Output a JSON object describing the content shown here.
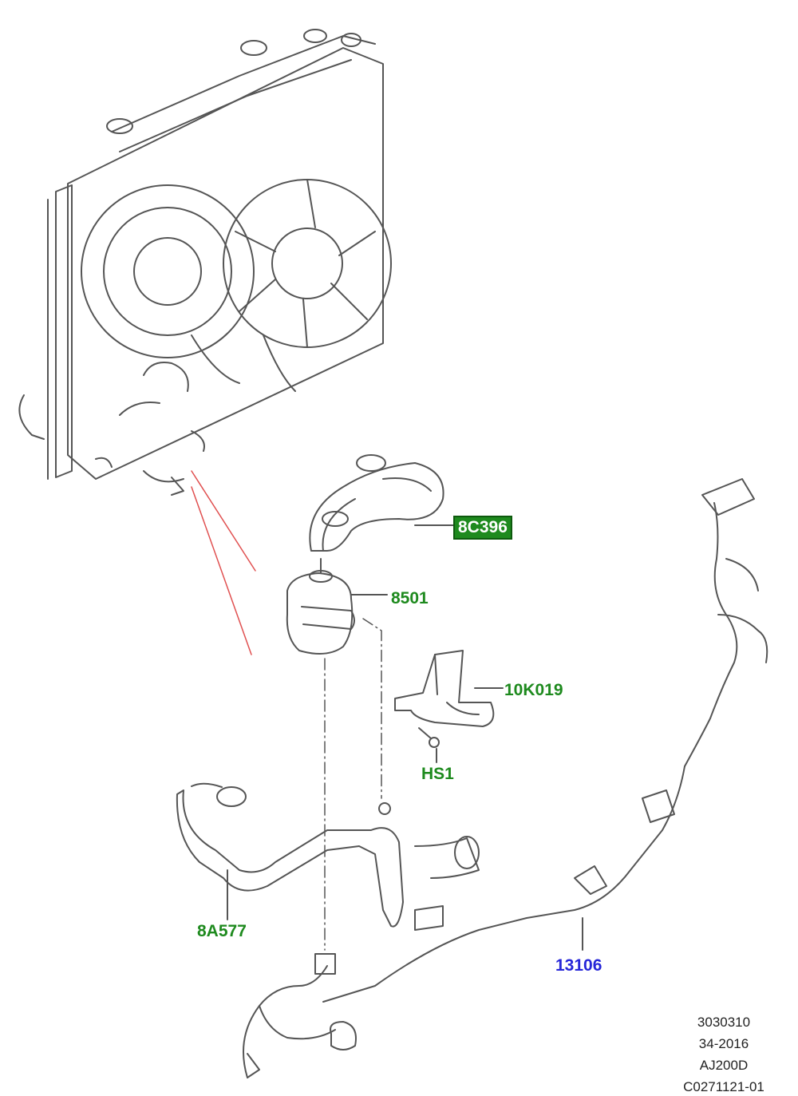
{
  "callouts": {
    "hose_upper": "8C396",
    "pump": "8501",
    "bracket": "10K019",
    "bolt": "HS1",
    "hose_lower": "8A577",
    "harness": "13106"
  },
  "reference": {
    "line1": "3030310",
    "line2": "34-2016",
    "line3": "AJ200D",
    "line4": "C0271121-01"
  },
  "colors": {
    "part_label": "#1e8a1e",
    "harness_label": "#2626d8",
    "highlight_box": "#1e8a1e",
    "leader_red": "#e05050"
  }
}
